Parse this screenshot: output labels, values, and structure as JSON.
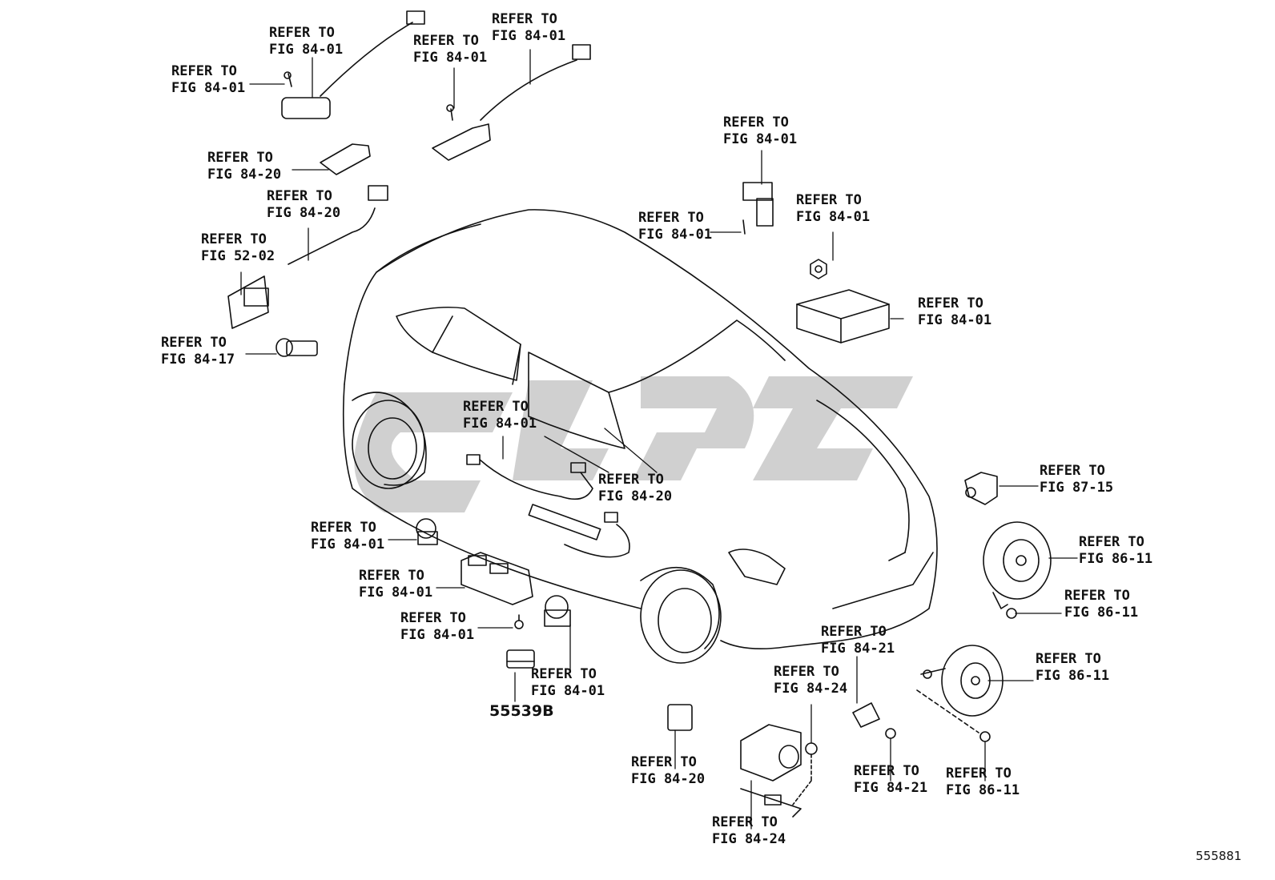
{
  "diagram": {
    "figure_id": "555881",
    "part_number": "55539B",
    "callouts": [
      {
        "id": "c01",
        "line1": "REFER TO",
        "line2": "FIG 84-01"
      },
      {
        "id": "c02",
        "line1": "REFER TO",
        "line2": "FIG 84-01"
      },
      {
        "id": "c03",
        "line1": "REFER TO",
        "line2": "FIG 84-01"
      },
      {
        "id": "c04",
        "line1": "REFER TO",
        "line2": "FIG 84-01"
      },
      {
        "id": "c05",
        "line1": "REFER TO",
        "line2": "FIG 84-20"
      },
      {
        "id": "c06",
        "line1": "REFER TO",
        "line2": "FIG 84-20"
      },
      {
        "id": "c07",
        "line1": "REFER TO",
        "line2": "FIG 52-02"
      },
      {
        "id": "c08",
        "line1": "REFER TO",
        "line2": "FIG 84-17"
      },
      {
        "id": "c09",
        "line1": "REFER TO",
        "line2": "FIG 84-01"
      },
      {
        "id": "c10",
        "line1": "REFER TO",
        "line2": "FIG 84-01"
      },
      {
        "id": "c11",
        "line1": "REFER TO",
        "line2": "FIG 84-01"
      },
      {
        "id": "c12",
        "line1": "REFER TO",
        "line2": "FIG 84-01"
      },
      {
        "id": "c13",
        "line1": "REFER TO",
        "line2": "FIG 84-01"
      },
      {
        "id": "c14",
        "line1": "REFER TO",
        "line2": "FIG 84-20"
      },
      {
        "id": "c15",
        "line1": "REFER TO",
        "line2": "FIG 84-01"
      },
      {
        "id": "c16",
        "line1": "REFER TO",
        "line2": "FIG 84-01"
      },
      {
        "id": "c17",
        "line1": "REFER TO",
        "line2": "FIG 84-01"
      },
      {
        "id": "c18",
        "line1": "REFER TO",
        "line2": "FIG 84-01"
      },
      {
        "id": "c19",
        "line1": "REFER TO",
        "line2": "FIG 87-15"
      },
      {
        "id": "c20",
        "line1": "REFER TO",
        "line2": "FIG 86-11"
      },
      {
        "id": "c21",
        "line1": "REFER TO",
        "line2": "FIG 86-11"
      },
      {
        "id": "c22",
        "line1": "REFER TO",
        "line2": "FIG 84-21"
      },
      {
        "id": "c23",
        "line1": "REFER TO",
        "line2": "FIG 84-24"
      },
      {
        "id": "c24",
        "line1": "REFER TO",
        "line2": "FIG 86-11"
      },
      {
        "id": "c25",
        "line1": "REFER TO",
        "line2": "FIG 84-20"
      },
      {
        "id": "c26",
        "line1": "REFER TO",
        "line2": "FIG 84-21"
      },
      {
        "id": "c27",
        "line1": "REFER TO",
        "line2": "FIG 86-11"
      },
      {
        "id": "c28",
        "line1": "REFER TO",
        "line2": "FIG 84-24"
      }
    ]
  }
}
